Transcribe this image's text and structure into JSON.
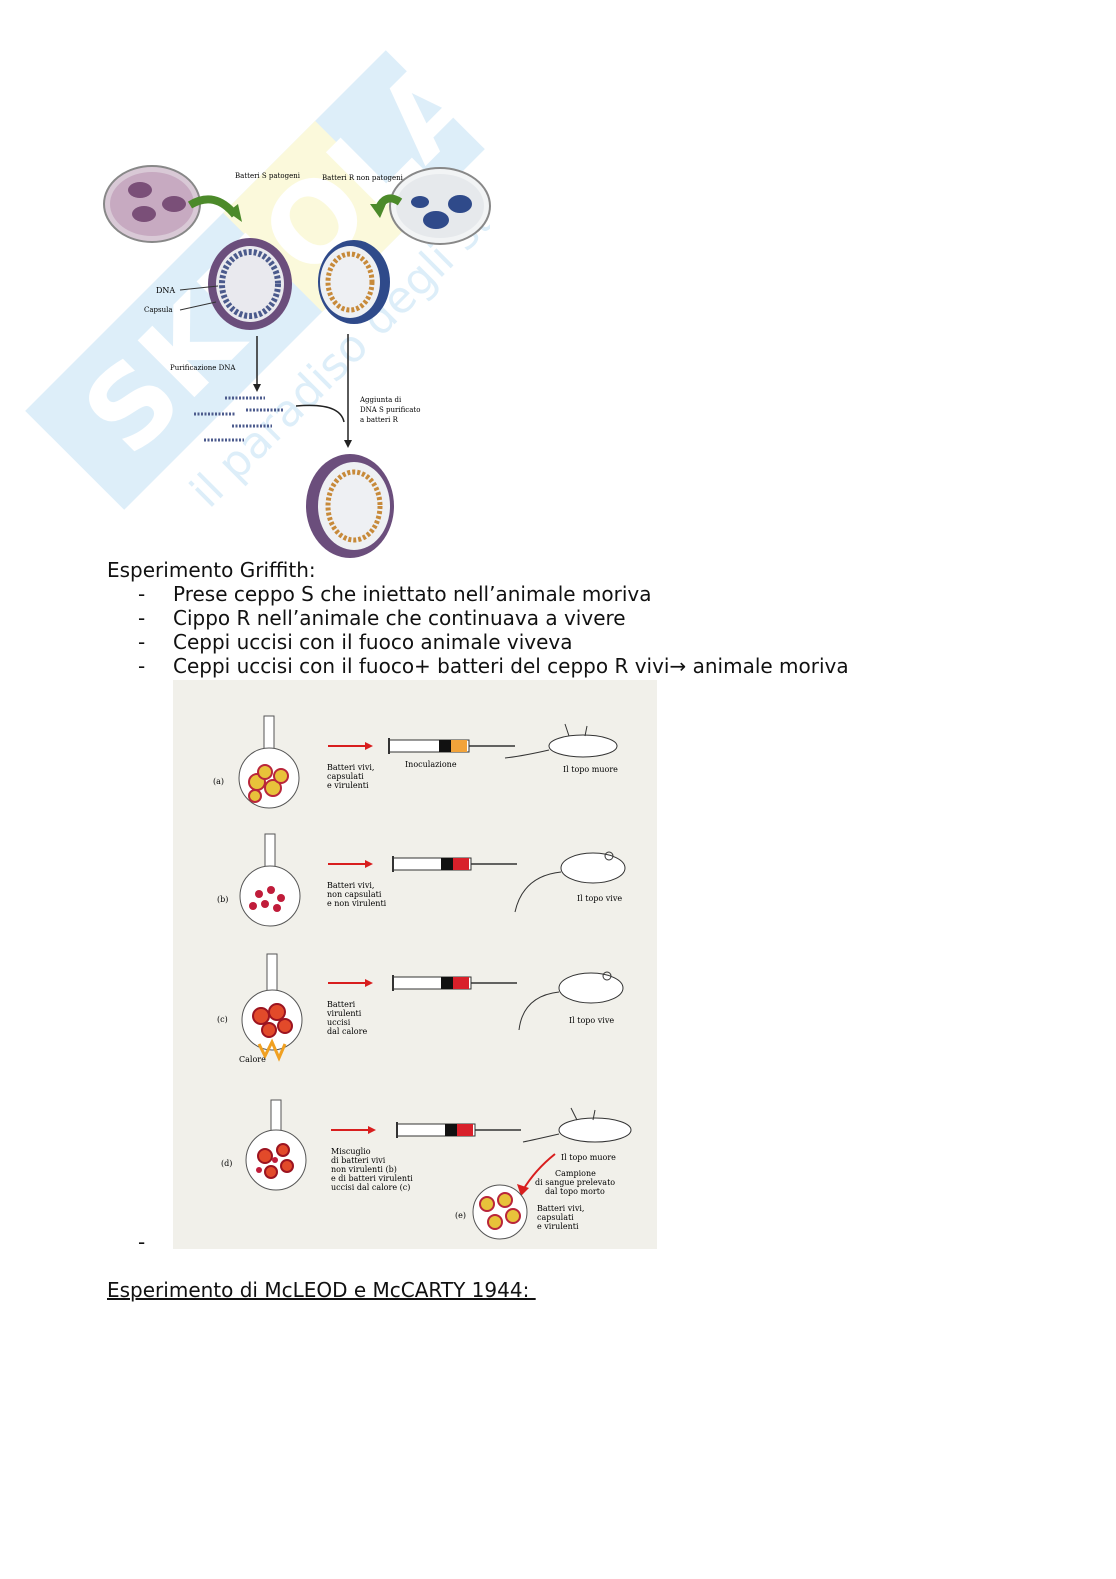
{
  "figure1": {
    "label_s": "Batteri S patogeni",
    "label_r": "Batteri R non patogeni",
    "label_dna": "DNA",
    "label_capsula": "Capsula",
    "label_purif": "Purificazione DNA",
    "label_add_1": "Aggiunta di",
    "label_add_2": "DNA S purificato",
    "label_add_3": "a batteri R",
    "colors": {
      "purple": "#6b4e7c",
      "blue": "#2f4a8a",
      "orange": "#c78a3a"
    }
  },
  "section1": {
    "heading": "Esperimento Griffith:",
    "bullet_symbol": "-",
    "items": [
      "Prese ceppo S che iniettato nell’animale moriva",
      "Cippo R nell’animale che continuava a vivere",
      "Ceppi uccisi con il fuoco animale viveva",
      "Ceppi uccisi con il fuoco+ batteri del ceppo R vivi→ animale moriva"
    ]
  },
  "figure2": {
    "rows": [
      {
        "letter": "(a)",
        "desc": [
          "Batteri vivi,",
          "capsulati",
          "e virulenti"
        ],
        "extra": "Inoculazione",
        "result": "Il topo muore"
      },
      {
        "letter": "(b)",
        "desc": [
          "Batteri vivi,",
          "non capsulati",
          "e non virulenti"
        ],
        "result": "Il topo vive"
      },
      {
        "letter": "(c)",
        "desc": [
          "Batteri",
          "virulenti",
          "uccisi",
          "dal calore"
        ],
        "extra": "Calore",
        "result": "Il topo vive"
      },
      {
        "letter": "(d)",
        "desc": [
          "Miscuglio",
          "di batteri vivi",
          "non virulenti (b)",
          "e di batteri virulenti",
          "uccisi dal calore (c)"
        ],
        "result": "Il topo muore"
      }
    ],
    "sample": [
      "Campione",
      "di sangue prelevato",
      "dal topo morto"
    ],
    "e_letter": "(e)",
    "e_desc": [
      "Batteri vivi,",
      "capsulati",
      "e virulenti"
    ]
  },
  "lone_dash": "-",
  "section2": {
    "heading": "Esperimento di McLEOD e McCARTY 1944: "
  }
}
